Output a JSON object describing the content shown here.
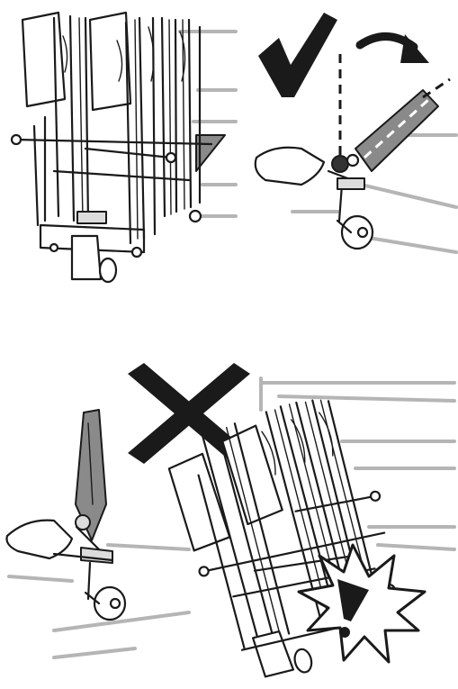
{
  "figure": {
    "panels": [
      {
        "id": "stacked-wheelchairs-correct",
        "icon": "none"
      },
      {
        "id": "footrest-folded-correct",
        "icon": "check-mark-icon"
      },
      {
        "id": "footrest-upright-wrong",
        "icon": "cross-mark-icon"
      },
      {
        "id": "stacked-wheelchairs-tipping-wrong",
        "icon": "warning-exclamation-icon"
      }
    ],
    "colors": {
      "line": "#1a1a1a",
      "wall": "#b5b5b5",
      "footrest_fill": "#8a8a8a",
      "background": "#ffffff"
    }
  }
}
